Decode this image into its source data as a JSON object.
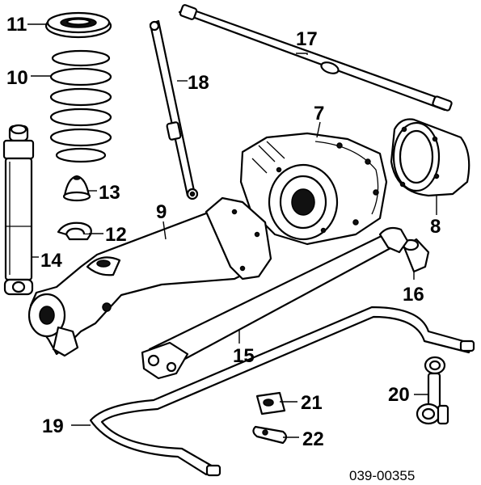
{
  "callouts": {
    "c7": "7",
    "c8": "8",
    "c9": "9",
    "c10": "10",
    "c11": "11",
    "c12": "12",
    "c13": "13",
    "c14": "14",
    "c15": "15",
    "c16": "16",
    "c17": "17",
    "c18": "18",
    "c19": "19",
    "c20": "20",
    "c21": "21",
    "c22": "22"
  },
  "diagram_code": "039-00355"
}
